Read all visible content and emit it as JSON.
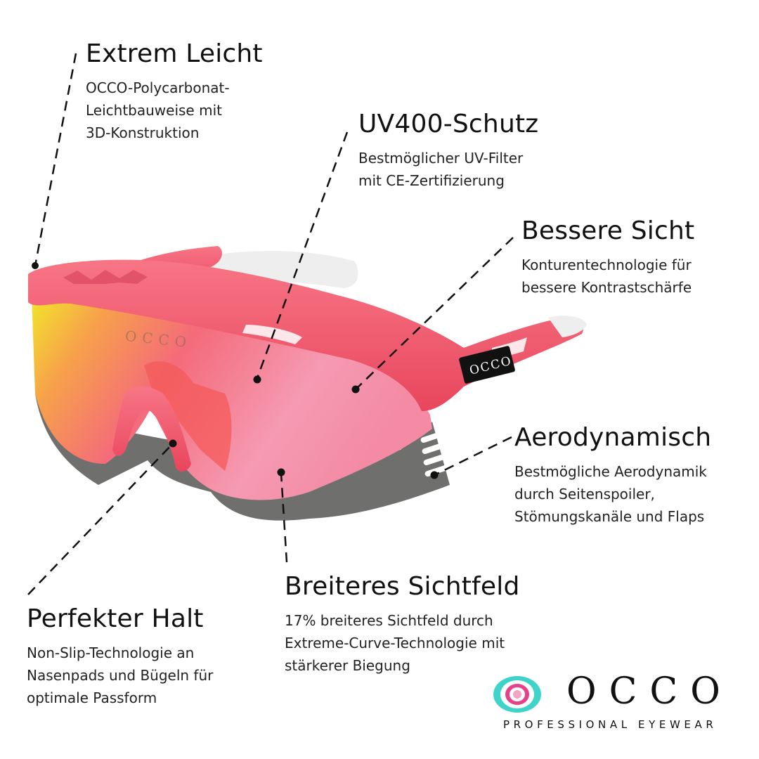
{
  "features": [
    {
      "id": "leicht",
      "title": "Extrem Leicht",
      "lines": [
        "OCCO-Polycarbonat-",
        "Leichtbauweise mit",
        "3D-Konstruktion"
      ]
    },
    {
      "id": "uv",
      "title": "UV400-Schutz",
      "lines": [
        "Bestmöglicher UV-Filter",
        "mit CE-Zertifizierung"
      ]
    },
    {
      "id": "sicht",
      "title": "Bessere Sicht",
      "lines": [
        "Konturentechnologie für",
        "bessere Kontrastschärfe"
      ]
    },
    {
      "id": "aero",
      "title": "Aerodynamisch",
      "lines": [
        "Bestmögliche Aerodynamik",
        "durch Seitenspoiler,",
        "Stömungskanäle und Flaps"
      ]
    },
    {
      "id": "breit",
      "title": "Breiteres Sichtfeld",
      "lines": [
        "17% breiteres Sichtfeld durch",
        "Extreme-Curve-Technologie mit",
        "stärkerer Biegung"
      ]
    },
    {
      "id": "halt",
      "title": "Perfekter Halt",
      "lines": [
        "Non-Slip-Technologie an",
        "Nasenpads und Bügeln für",
        "optimale Passform"
      ]
    }
  ],
  "product": {
    "lens_logo": "OCCO",
    "temple_logo": "OCCO",
    "frame_color": "#f0536b",
    "lens_colors": [
      "#f2e62a",
      "#f7a24a",
      "#f46b7a",
      "#f59ab2"
    ],
    "spoiler_color": "#6f706e",
    "temple_tip_color": "#eeeeee"
  },
  "brand": {
    "name": "OCCO",
    "tagline": "PROFESSIONAL EYEWEAR",
    "accent_colors": [
      "#3fd3c9",
      "#ffffff",
      "#e5428a"
    ]
  }
}
